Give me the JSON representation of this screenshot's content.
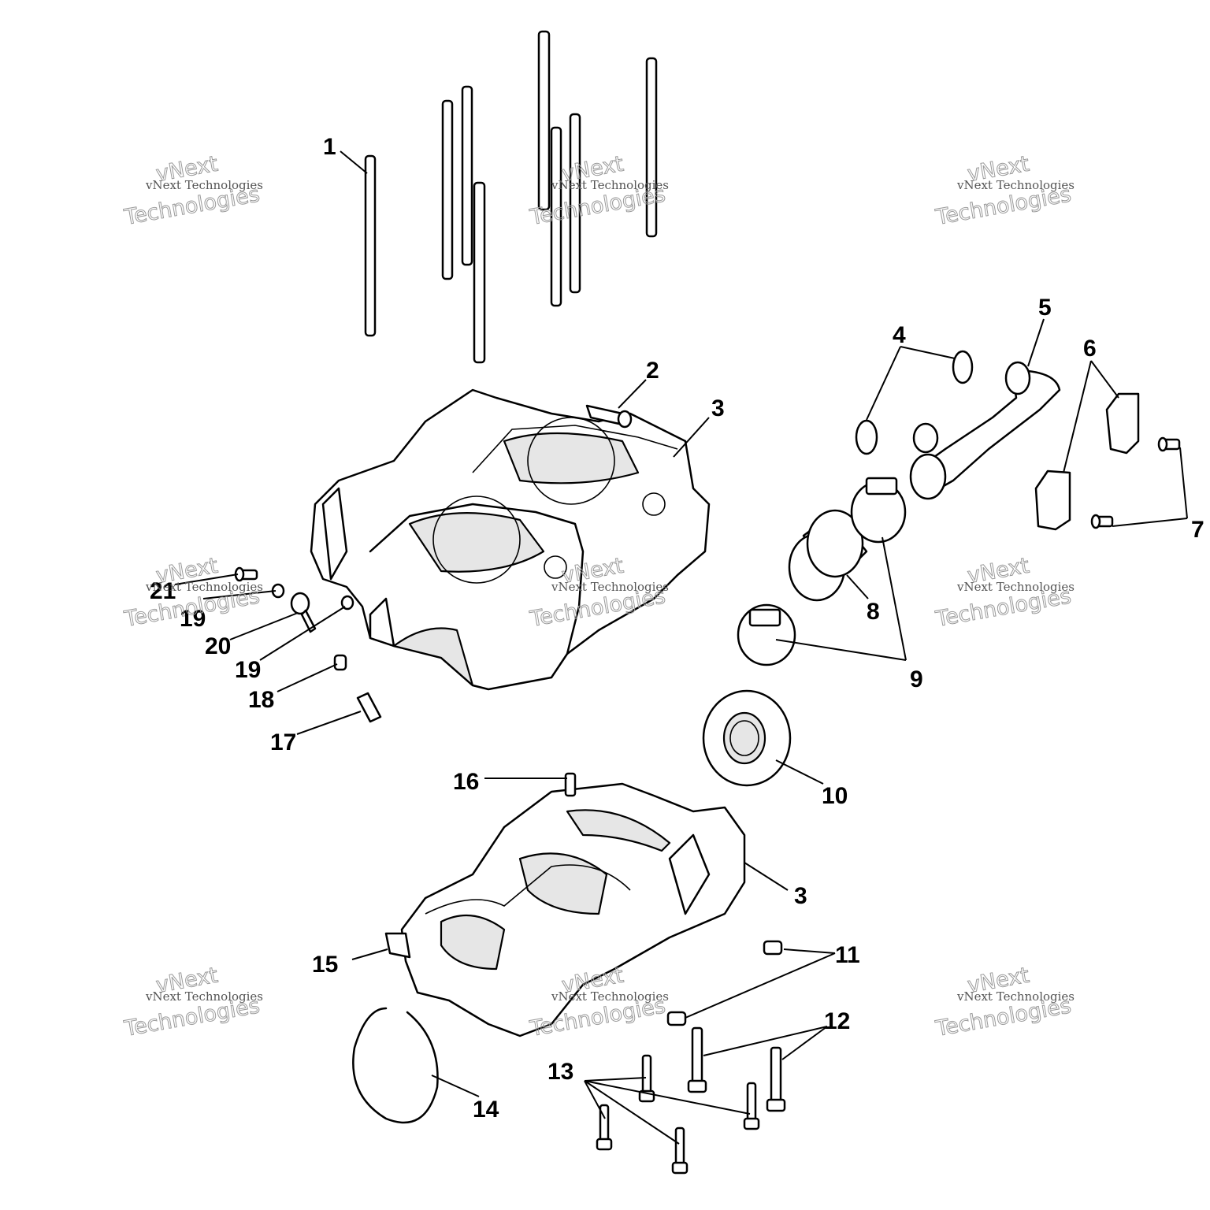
{
  "watermark": {
    "line_small": "vNext Technologies",
    "line_big_top": "vNext",
    "line_big_bottom": "Technologies"
  },
  "callouts": {
    "c1": "1",
    "c2": "2",
    "c3a": "3",
    "c3b": "3",
    "c4": "4",
    "c5": "5",
    "c6": "6",
    "c7": "7",
    "c8": "8",
    "c9": "9",
    "c10": "10",
    "c11": "11",
    "c12": "12",
    "c13": "13",
    "c14": "14",
    "c15": "15",
    "c16": "16",
    "c17": "17",
    "c18": "18",
    "c19a": "19",
    "c19b": "19",
    "c20": "20",
    "c21": "21"
  },
  "colors": {
    "line": "#000000",
    "background": "#ffffff",
    "watermark": "#9a9a9a"
  }
}
